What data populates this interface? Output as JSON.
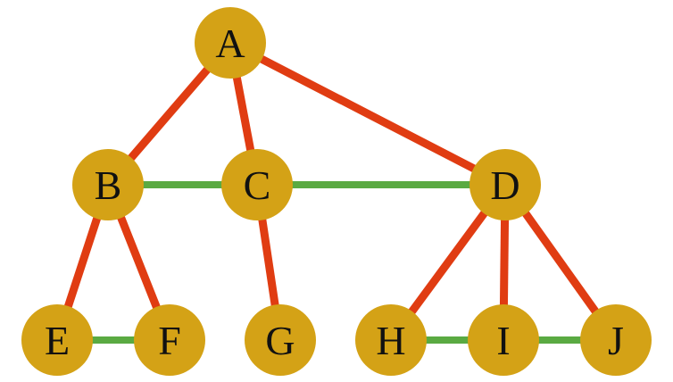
{
  "colors": {
    "background": "#ffffff",
    "node_fill": "#d4a216",
    "tree_edge": "#e03c12",
    "sibling_edge": "#5aaa42",
    "label": "#111111"
  },
  "nodes": [
    {
      "id": "A",
      "label": "A"
    },
    {
      "id": "B",
      "label": "B"
    },
    {
      "id": "C",
      "label": "C"
    },
    {
      "id": "D",
      "label": "D"
    },
    {
      "id": "E",
      "label": "E"
    },
    {
      "id": "F",
      "label": "F"
    },
    {
      "id": "G",
      "label": "G"
    },
    {
      "id": "H",
      "label": "H"
    },
    {
      "id": "I",
      "label": "I"
    },
    {
      "id": "J",
      "label": "J"
    }
  ],
  "tree_edges": [
    {
      "from": "A",
      "to": "B"
    },
    {
      "from": "A",
      "to": "C"
    },
    {
      "from": "A",
      "to": "D"
    },
    {
      "from": "B",
      "to": "E"
    },
    {
      "from": "B",
      "to": "F"
    },
    {
      "from": "C",
      "to": "G"
    },
    {
      "from": "D",
      "to": "H"
    },
    {
      "from": "D",
      "to": "I"
    },
    {
      "from": "D",
      "to": "J"
    }
  ],
  "sibling_edges": [
    {
      "from": "B",
      "to": "C"
    },
    {
      "from": "C",
      "to": "D"
    },
    {
      "from": "E",
      "to": "F"
    },
    {
      "from": "H",
      "to": "I"
    },
    {
      "from": "I",
      "to": "J"
    }
  ]
}
